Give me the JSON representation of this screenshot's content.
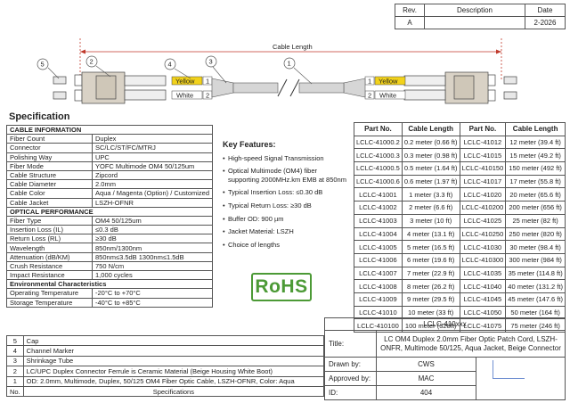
{
  "revision": {
    "headers": [
      "Rev.",
      "Description",
      "Date"
    ],
    "row": [
      "A",
      "",
      "2-2026"
    ]
  },
  "drawing": {
    "cable_length_label": "Cable Length",
    "callouts": [
      "5",
      "2",
      "4",
      "3",
      "1"
    ],
    "channel_yellow": "Yellow",
    "channel_white": "White",
    "channel_numbers": [
      "1",
      "2"
    ],
    "colors": {
      "cable": "#c8c8c8",
      "connector": "#d9d2c6",
      "yellow_label": "#f2d21b",
      "dimension": "#c0392b",
      "callout_circle": "#555555"
    }
  },
  "specification": {
    "title": "Specification",
    "rows": [
      {
        "section": "CABLE INFORMATION"
      },
      {
        "k": "Fiber Count",
        "v": "Duplex"
      },
      {
        "k": "Connector",
        "v": "SC/LC/ST/FC/MTRJ"
      },
      {
        "k": "Polishing Way",
        "v": "UPC"
      },
      {
        "k": "Fiber Mode",
        "v": "YOFC Multimode OM4 50/125um"
      },
      {
        "k": "Cable Structure",
        "v": "Zipcord"
      },
      {
        "k": "Cable Diameter",
        "v": "2.0mm"
      },
      {
        "k": "Cable Color",
        "v": "Aqua / Magenta (Option) / Customized"
      },
      {
        "k": "Cable Jacket",
        "v": "LSZH-OFNR"
      },
      {
        "section": "OPTICAL PERFORMANCE"
      },
      {
        "k": "Fiber Type",
        "v": "OM4 50/125um"
      },
      {
        "k": "Insertion Loss (IL)",
        "v": "≤0.3 dB"
      },
      {
        "k": "Return Loss (RL)",
        "v": "≥30 dB"
      },
      {
        "k": "Wavelength",
        "v": "850nm/1300nm"
      },
      {
        "k": "Attenuation (dB/KM)",
        "v": "850nm≤3.5dB        1300nm≤1.5dB"
      },
      {
        "k": "Crush Resistance",
        "v": "750 N/cm"
      },
      {
        "k": "Impact Resistance",
        "v": "1,000 cycles"
      },
      {
        "section": "Environmental Characteristics"
      },
      {
        "k": "Operating Temperature",
        "v": "-20°C to +70°C"
      },
      {
        "k": "Storage Temperature",
        "v": "-40°C to +85°C"
      }
    ]
  },
  "features": {
    "title": "Key Features:",
    "items": [
      "High-speed Signal Transmission",
      "Optical Multimode (OM4) fiber supporting 2000MHz.km EMB at 850nm",
      "Typical Insertion Loss: ≤0.30 dB",
      "Typical Return Loss: ≥30 dB",
      "Buffer OD: 900 µm",
      "Jacket Material: LSZH",
      "Choice of lengths"
    ],
    "rohs": "RoHS",
    "rohs_color": "#4c9a36"
  },
  "parts": {
    "headers": [
      "Part No.",
      "Cable Length",
      "Part No.",
      "Cable Length"
    ],
    "rows": [
      [
        "LCLC-41000.2",
        "0.2 meter (0.66 ft)",
        "LCLC-41012",
        "12 meter (39.4 ft)"
      ],
      [
        "LCLC-41000.3",
        "0.3 meter (0.98 ft)",
        "LCLC-41015",
        "15 meter (49.2 ft)"
      ],
      [
        "LCLC-41000.5",
        "0.5 meter (1.64 ft)",
        "LCLC-410150",
        "150 meter (492 ft)"
      ],
      [
        "LCLC-41000.6",
        "0.6 meter (1.97 ft)",
        "LCLC-41017",
        "17 meter (55.8 ft)"
      ],
      [
        "LCLC-41001",
        "1 meter (3.3 ft)",
        "LCLC-41020",
        "20 meter (65.6 ft)"
      ],
      [
        "LCLC-41002",
        "2 meter (6.6 ft)",
        "LCLC-410200",
        "200 meter (656 ft)"
      ],
      [
        "LCLC-41003",
        "3 meter (10 ft)",
        "LCLC-41025",
        "25 meter (82 ft)"
      ],
      [
        "LCLC-41004",
        "4 meter (13.1 ft)",
        "LCLC-410250",
        "250 meter (820 ft)"
      ],
      [
        "LCLC-41005",
        "5 meter (16.5 ft)",
        "LCLC-41030",
        "30 meter (98.4 ft)"
      ],
      [
        "LCLC-41006",
        "6 meter (19.6 ft)",
        "LCLC-410300",
        "300 meter (984 ft)"
      ],
      [
        "LCLC-41007",
        "7 meter (22.9 ft)",
        "LCLC-41035",
        "35 meter (114.8 ft)"
      ],
      [
        "LCLC-41008",
        "8 meter (26.2 ft)",
        "LCLC-41040",
        "40 meter (131.2 ft)"
      ],
      [
        "LCLC-41009",
        "9 meter (29.5 ft)",
        "LCLC-41045",
        "45 meter (147.6 ft)"
      ],
      [
        "LCLC-41010",
        "10 meter (33 ft)",
        "LCLC-41050",
        "50 meter (164 ft)"
      ],
      [
        "LCLC-410100",
        "100 meter (328ft)",
        "LCLC-41075",
        "75 meter (246 ft)"
      ]
    ]
  },
  "bom": {
    "rows": [
      [
        "5",
        "Cap"
      ],
      [
        "4",
        "Channel Marker"
      ],
      [
        "3",
        "Shrinkage Tube"
      ],
      [
        "2",
        "LC/UPC Duplex Connector Ferrule is Ceramic Material (Beige Housing White Boot)"
      ],
      [
        "1",
        "OD: 2.0mm, Multimode, Duplex, 50/125 OM4 Fiber Optic Cable, LSZH-OFNR, Color: Aqua"
      ],
      [
        "No.",
        "Specifications"
      ]
    ]
  },
  "title_block": {
    "part_number": "LCLC-410xxx",
    "title_label": "Title:",
    "title_value": "LC OM4 Duplex 2.0mm Fiber Optic Patch Cord, LSZH-ONFR, Multimode 50/125, Aqua Jacket, Beige Connector",
    "drawn_by_label": "Drawn by:",
    "drawn_by": "CWS",
    "approved_by_label": "Approved by:",
    "approved_by": "MAC",
    "id_label": "ID:",
    "id": "404"
  }
}
